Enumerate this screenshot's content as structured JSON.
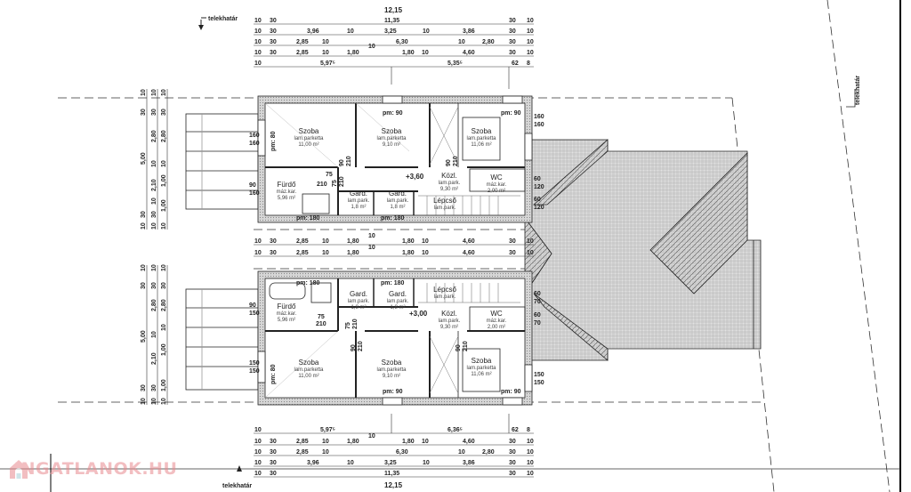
{
  "boundary_label": "telekhatár",
  "dimensions": {
    "top": {
      "overall": "12,15",
      "rows": [
        [
          "10",
          "30",
          "11,35",
          "30",
          "10"
        ],
        [
          "10",
          "30",
          "3,96",
          "10",
          "3,25",
          "10",
          "3,86",
          "30",
          "10"
        ],
        [
          "10",
          "30",
          "2,85",
          "10",
          "10",
          "6,30",
          "10",
          "2,80",
          "30",
          "10"
        ],
        [
          "10",
          "30",
          "2,85",
          "10",
          "1,80",
          "1,80",
          "10",
          "4,60",
          "30",
          "10"
        ],
        [
          "10",
          "5,97⁵",
          "5,35⁵",
          "62",
          "8"
        ]
      ]
    },
    "middle": {
      "rows": [
        [
          "10",
          "30",
          "2,85",
          "10",
          "1,80",
          "10",
          "1,80",
          "10",
          "4,60",
          "30",
          "10"
        ],
        [
          "10",
          "30",
          "2,85",
          "10",
          "1,80",
          "10",
          "1,80",
          "10",
          "4,60",
          "30",
          "10"
        ]
      ]
    },
    "bottom": {
      "overall": "12,15",
      "rows": [
        [
          "10",
          "5,97⁵",
          "6,36⁵",
          "62",
          "8"
        ],
        [
          "10",
          "30",
          "2,85",
          "10",
          "1,80",
          "10",
          "1,80",
          "10",
          "4,60",
          "30",
          "10"
        ],
        [
          "10",
          "30",
          "2,85",
          "10",
          "6,30",
          "10",
          "2,80",
          "30",
          "10"
        ],
        [
          "10",
          "30",
          "3,96",
          "10",
          "3,25",
          "10",
          "3,86",
          "30",
          "10"
        ],
        [
          "10",
          "30",
          "11,35",
          "30",
          "10"
        ]
      ]
    },
    "left_upper": [
      [
        "10",
        "30",
        "5,00",
        "30",
        "10"
      ],
      [
        "10",
        "30",
        "2,80",
        "10",
        "2,10",
        "10",
        "30",
        "10"
      ],
      [
        "10",
        "30",
        "2,80",
        "10",
        "1,00",
        "1,00",
        "10"
      ]
    ],
    "left_lower": [
      [
        "10",
        "30",
        "5,00",
        "30",
        "10"
      ],
      [
        "10",
        "30",
        "2,80",
        "10",
        "2,10",
        "30",
        "10"
      ],
      [
        "10",
        "30",
        "2,80",
        "10",
        "1,00",
        "1,00",
        "10"
      ]
    ],
    "openings": [
      "160",
      "160",
      "90",
      "160",
      "160",
      "160",
      "60",
      "120",
      "60",
      "120",
      "90",
      "150",
      "150",
      "150",
      "60",
      "70",
      "60",
      "70",
      "150",
      "150"
    ]
  },
  "upper_unit": {
    "level": "+3,60",
    "rooms": [
      {
        "name": "Szoba",
        "floor": "lam.parketta",
        "area": "11,00 m²"
      },
      {
        "name": "Szoba",
        "floor": "lam.parketta",
        "area": "9,10 m²"
      },
      {
        "name": "Szoba",
        "floor": "lam.parketta",
        "area": "11,06 m²"
      },
      {
        "name": "Fürdő",
        "floor": "máz.kar.",
        "area": "5,96 m²"
      },
      {
        "name": "Közl.",
        "floor": "lam.park.",
        "area": "9,30 m²"
      },
      {
        "name": "WC",
        "floor": "máz.kar.",
        "area": "2,00 m²"
      },
      {
        "name": "Gard.",
        "floor": "lam.park.",
        "area": "1,8 m²"
      },
      {
        "name": "Gard.",
        "floor": "lam.park.",
        "area": "1,8 m²"
      },
      {
        "name": "Lépcső",
        "floor": "lam.park.",
        "area": ""
      }
    ],
    "labels": [
      "pm: 90",
      "pm: 90",
      "pm: 80",
      "pm: 180",
      "pm: 180",
      "75",
      "210",
      "75",
      "210",
      "90",
      "210",
      "90",
      "210"
    ]
  },
  "lower_unit": {
    "level": "+3,00",
    "rooms": [
      {
        "name": "Szoba",
        "floor": "lam.parketta",
        "area": "11,00 m²"
      },
      {
        "name": "Szoba",
        "floor": "lam.parketta",
        "area": "9,10 m²"
      },
      {
        "name": "Szoba",
        "floor": "lam.parketta",
        "area": "11,06 m²"
      },
      {
        "name": "Fürdő",
        "floor": "máz.kar.",
        "area": "5,96 m²"
      },
      {
        "name": "Közl.",
        "floor": "lam.park.",
        "area": "9,30 m²"
      },
      {
        "name": "WC",
        "floor": "máz.kar.",
        "area": "2,00 m²"
      },
      {
        "name": "Gard.",
        "floor": "lam.park.",
        "area": "1,8 m²"
      },
      {
        "name": "Gard.",
        "floor": "lam.park.",
        "area": "1,8 m²"
      },
      {
        "name": "Lépcső",
        "floor": "lam.park.",
        "area": ""
      }
    ],
    "labels": [
      "pm: 90",
      "pm: 90",
      "pm: 80",
      "pm: 180",
      "pm: 180",
      "75",
      "210",
      "75",
      "210",
      "90",
      "210",
      "90",
      "210"
    ]
  },
  "watermark": "INGATLANOK.HU",
  "colors": {
    "line": "#222222",
    "wall": "#9a9a9a",
    "roof": "#c8c8c8",
    "watermark": "#e98a8f"
  }
}
